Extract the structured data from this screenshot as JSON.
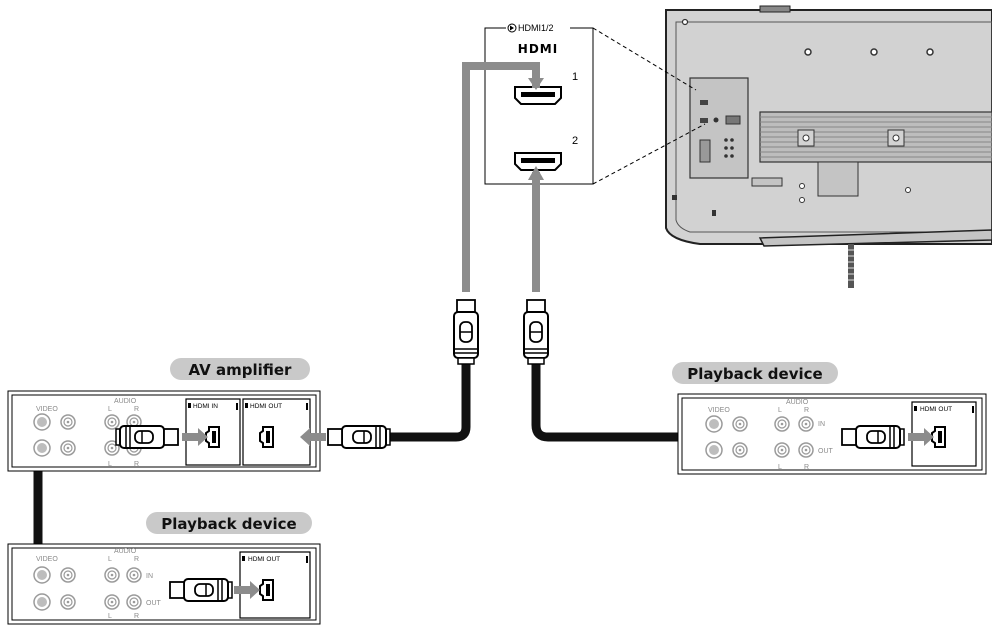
{
  "labels": {
    "av_amplifier": "AV amplifier",
    "playback_device_right": "Playback device",
    "playback_device_bottom": "Playback device"
  },
  "inset": {
    "title": "HDMI1/2",
    "logo": "HDMI",
    "port1": "1",
    "port2": "2"
  },
  "ports": {
    "hdmi_in": "HDMI IN",
    "hdmi_out": "HDMI OUT"
  },
  "panel_text": {
    "video": "VIDEO",
    "audio": "AUDIO",
    "l": "L",
    "r": "R",
    "in": "IN",
    "out": "OUT"
  },
  "colors": {
    "cable_black": "#111111",
    "cable_gray": "#8c8c8c",
    "label_bg": "#c9c9c9",
    "tv_body": "#d2d2d2"
  }
}
